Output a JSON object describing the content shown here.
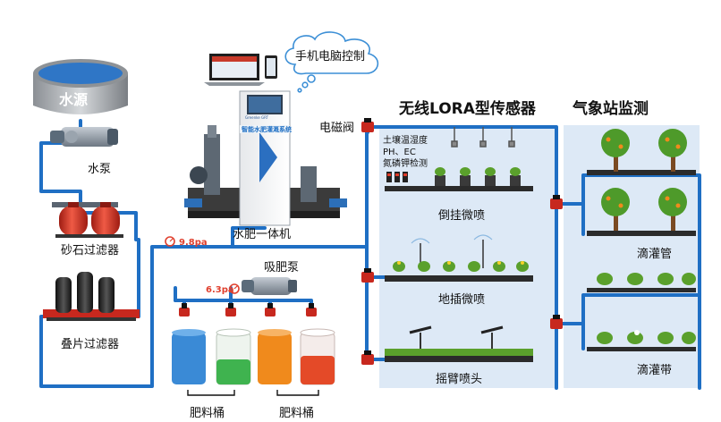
{
  "colors": {
    "pipe": "#1f6fc4",
    "panel": "#dde9f6",
    "water": "#2f76c6",
    "filter_red": "#d23a2a",
    "valve_red": "#c7281e",
    "pressure": "#e0402e",
    "grass": "#5aa02c",
    "soil": "#2b2b2b",
    "tank_blue": "#3a8ad6",
    "tank_green": "#3fb34f",
    "tank_orange": "#f08a1c",
    "tank_red": "#e44a28"
  },
  "labels": {
    "water_source": "水源",
    "pump": "水泵",
    "sand_filter": "砂石过滤器",
    "disc_filter": "叠片过滤器",
    "fertigation_machine": "水肥一体机",
    "fert_suction_pump": "吸肥泵",
    "fert_bucket_1": "肥料桶",
    "fert_bucket_2": "肥料桶",
    "remote_control": "手机电脑控制",
    "solenoid_valve": "电磁阀",
    "lora_sensor": "无线LORA型传感器",
    "weather_station": "气象站监测",
    "sensor_text_1": "土壤温湿度",
    "sensor_text_2": "PH、EC",
    "sensor_text_3": "氮磷钾检测",
    "hanging_spray": "倒挂微喷",
    "ground_spray": "地插微喷",
    "rocker_nozzle": "摇臂喷头",
    "drip_pipe": "滴灌管",
    "drip_tape": "滴灌带",
    "pressure_high": "9.8pa",
    "pressure_low": "6.3pa",
    "machine_brand": "Greenke GRT",
    "machine_title": "智能水肥灌溉系统"
  },
  "icons": {
    "pressure": "pressure-gauge-icon",
    "valve": "solenoid-valve-icon",
    "cloud": "speech-cloud-icon",
    "laptop": "laptop-icon",
    "phone": "phone-icon"
  }
}
